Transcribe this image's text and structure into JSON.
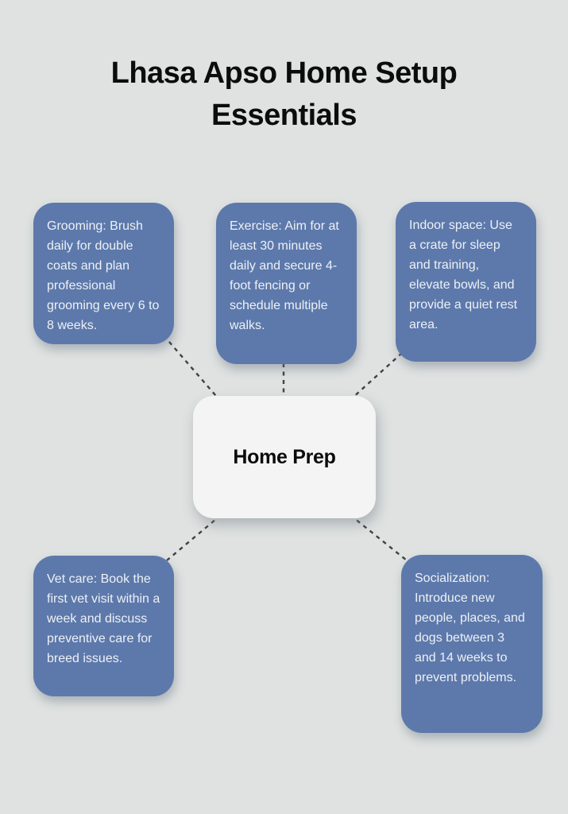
{
  "title": "Lhasa Apso Home Setup Essentials",
  "center": {
    "label": "Home Prep"
  },
  "nodes": [
    {
      "id": "grooming",
      "text": "Grooming: Brush daily for double coats and plan professional grooming every 6 to 8 weeks."
    },
    {
      "id": "exercise",
      "text": "Exercise: Aim for at least 30 minutes daily and secure 4-foot fencing or schedule multiple walks."
    },
    {
      "id": "indoor-space",
      "text": "Indoor space: Use a crate for sleep and training, elevate bowls, and provide a quiet rest area."
    },
    {
      "id": "vet-care",
      "text": "Vet care: Book the first vet visit within a week and discuss preventive care for breed issues."
    },
    {
      "id": "socialization",
      "text": "Socialization: Introduce new people, places, and dogs between 3 and 14 weeks to prevent problems."
    }
  ],
  "colors": {
    "background": "#dfe2e1",
    "node-blue": "#5d79ab",
    "node-text": "#edf1f6",
    "center-bg": "#f3f4f3",
    "title-text": "#0c0c0c",
    "connector": "#3e4245"
  }
}
